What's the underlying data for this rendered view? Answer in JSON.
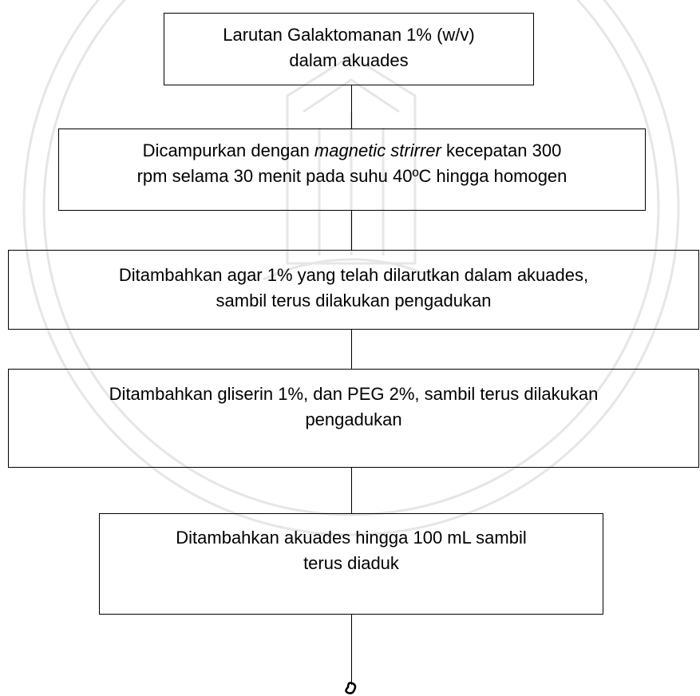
{
  "steps": [
    {
      "lines": [
        "Larutan Galaktomanan 1% (w/v)",
        "dalam akuades"
      ]
    },
    {
      "pre": "Dicampurkan dengan ",
      "italic": "magnetic strirrer",
      "post": " kecepatan 300",
      "line2": "rpm selama 30 menit pada suhu 40ºC hingga homogen"
    },
    {
      "lines": [
        "Ditambahkan agar 1% yang telah dilarutkan dalam akuades,",
        "sambil terus dilakukan pengadukan"
      ]
    },
    {
      "lines": [
        "Ditambahkan gliserin 1%, dan PEG 2%, sambil terus dilakukan",
        "pengadukan"
      ]
    },
    {
      "lines": [
        "Ditambahkan akuades hingga 100 mL sambil",
        "terus diaduk"
      ]
    }
  ]
}
